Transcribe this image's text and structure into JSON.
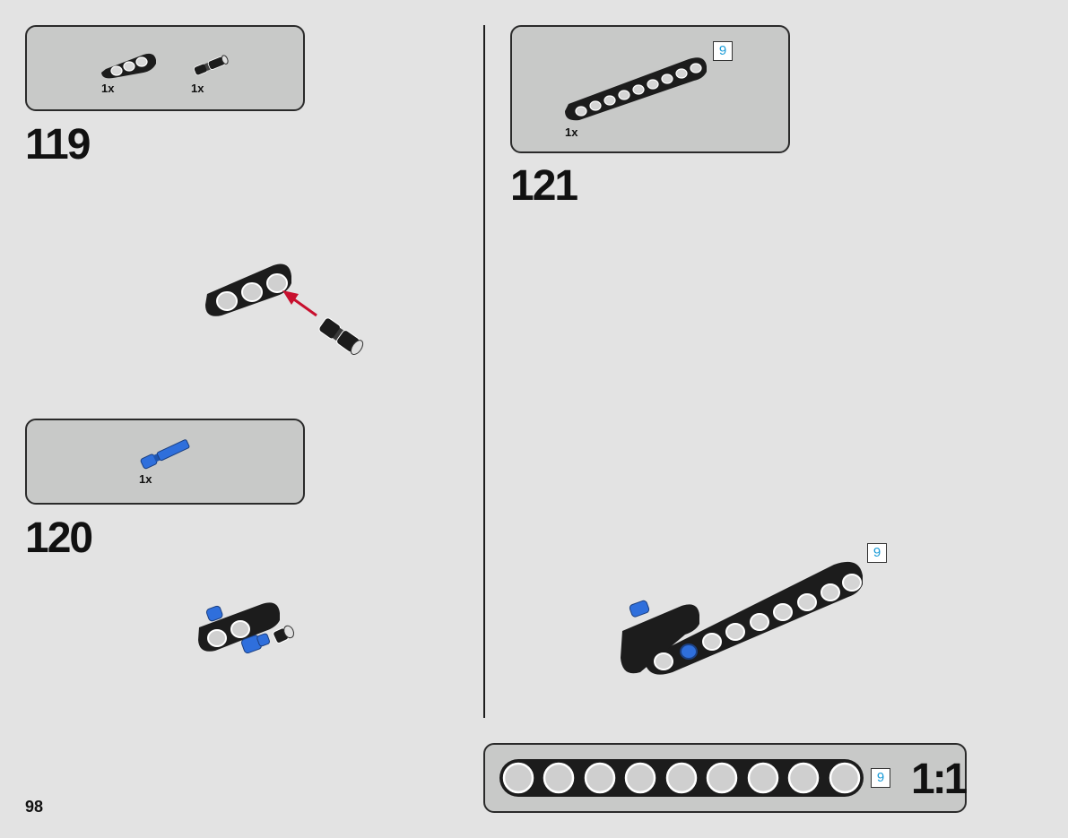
{
  "page": {
    "number": "98"
  },
  "steps": [
    {
      "number": "119",
      "parts": [
        {
          "qty": "1x"
        },
        {
          "qty": "1x"
        }
      ]
    },
    {
      "number": "120",
      "parts": [
        {
          "qty": "1x"
        }
      ]
    },
    {
      "number": "121",
      "parts": [
        {
          "qty": "1x",
          "length_tag": "9"
        }
      ],
      "length_tag": "9"
    }
  ],
  "scale_reference": {
    "length_tag": "9",
    "label": "1:1"
  },
  "colors": {
    "background": "#e3e3e3",
    "parts_box": "#c8c9c8",
    "beam": "#1c1c1c",
    "pin_blue": "#2f6fdc",
    "arrow": "#c8102e",
    "length_tag_text": "#1a9bd7"
  },
  "icons": [
    "beam-3-icon",
    "friction-pin-black-icon",
    "axle-pin-blue-icon",
    "beam-9-icon",
    "assembly-arrow-icon"
  ]
}
